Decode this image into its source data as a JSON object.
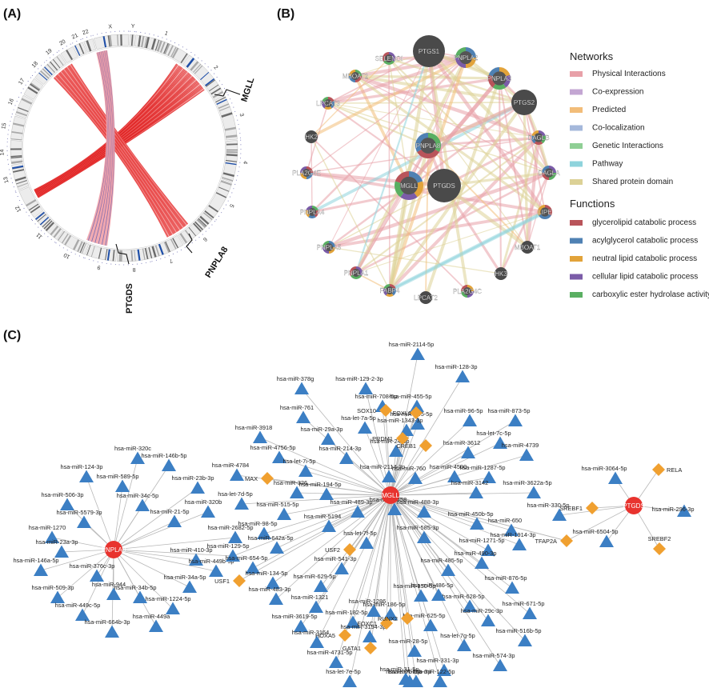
{
  "panels": {
    "a": {
      "label": "(A)",
      "chromosomes": [
        "1",
        "2",
        "3",
        "4",
        "5",
        "6",
        "7",
        "8",
        "9",
        "10",
        "11",
        "12",
        "13",
        "14",
        "15",
        "16",
        "17",
        "18",
        "19",
        "20",
        "21",
        "22",
        "X",
        "Y"
      ],
      "genes": [
        "MGLL",
        "PNPLA8",
        "PTGDS"
      ]
    },
    "b": {
      "label": "(B)",
      "nodes": [
        "PTGS1",
        "PNPLA2",
        "PNPLA3",
        "SELENOI",
        "MBOAT2",
        "LPCAT3",
        "PTGS2",
        "HK2",
        "DAGLB",
        "PNPLA8",
        "PLA2G4E",
        "MGLL",
        "PTGDS",
        "DAGLA",
        "PNPLA4",
        "LIPE",
        "PNPLA5",
        "MBOAT1",
        "PNPLA1",
        "HK3",
        "FABP4",
        "LPCAT2",
        "PLA2G4C"
      ],
      "legend": {
        "networks_title": "Networks",
        "networks": [
          {
            "label": "Physical Interactions",
            "color": "#e8a0a8"
          },
          {
            "label": "Co-expression",
            "color": "#c3a6d2"
          },
          {
            "label": "Predicted",
            "color": "#f2bd79"
          },
          {
            "label": "Co-localization",
            "color": "#a5b8db"
          },
          {
            "label": "Genetic Interactions",
            "color": "#8fcf95"
          },
          {
            "label": "Pathway",
            "color": "#8ed3dc"
          },
          {
            "label": "Shared protein domain",
            "color": "#dcd196"
          }
        ],
        "functions_title": "Functions",
        "functions": [
          {
            "label": "glycerolipid catabolic process",
            "color": "#b9545a"
          },
          {
            "label": "acylglycerol catabolic process",
            "color": "#4f81b3"
          },
          {
            "label": "neutral lipid catabolic process",
            "color": "#e2a33a"
          },
          {
            "label": "cellular lipid catabolic process",
            "color": "#7b5ca8"
          },
          {
            "label": "carboxylic ester hydrolase activity",
            "color": "#5aaf62"
          }
        ]
      }
    },
    "c": {
      "label": "(C)",
      "hubs": [
        "PNPLA8",
        "MGLL",
        "PTGDS"
      ],
      "pnpla8_mirs": [
        "hsa-miR-320c",
        "hsa-miR-124-3p",
        "hsa-miR-146b-5p",
        "hsa-miR-589-5p",
        "hsa-miR-23b-3p",
        "hsa-miR-506-3p",
        "hsa-miR-34c-5p",
        "hsa-miR-320b",
        "hsa-miR-5579-3p",
        "hsa-miR-21-5p",
        "hsa-miR-1270",
        "hsa-miR-2682-5p",
        "hsa-miR-23a-3p",
        "hsa-miR-410-3p",
        "hsa-miR-146a-5p",
        "hsa-miR-449b-5p",
        "hsa-miR-376c-3p",
        "hsa-miR-34a-5p",
        "hsa-miR-944",
        "hsa-miR-509-3p",
        "hsa-miR-34b-5p",
        "hsa-miR-1224-5p",
        "hsa-miR-449c-5p",
        "hsa-miR-449a",
        "hsa-miR-664b-3p"
      ],
      "shared_mir": "hsa-miR-129-5p",
      "mgll_mirs": [
        "hsa-miR-2114-5p",
        "hsa-miR-378g",
        "hsa-miR-129-2-3p",
        "hsa-miR-128-3p",
        "hsa-miR-708-5p",
        "hsa-miR-455-5p",
        "hsa-miR-761",
        "hsa-miR-345-5p",
        "hsa-miR-96-5p",
        "hsa-miR-873-5p",
        "hsa-let-7a-5p",
        "hsa-miR-1343-3p",
        "hsa-miR-3918",
        "hsa-let-7c-5p",
        "hsa-miR-29a-3p",
        "hsa-miR-24-3p",
        "hsa-miR-3612",
        "hsa-miR-4739",
        "hsa-miR-4756-5p",
        "hsa-miR-214-3p",
        "hsa-let-7i-5p",
        "hsa-miR-4500",
        "hsa-miR-1287-5p",
        "hsa-miR-4784",
        "hsa-miR-2114-3p",
        "hsa-miR-760",
        "hsa-miR-3142",
        "hsa-miR-3622a-5p",
        "hsa-miR-326",
        "hsa-miR-194-5p",
        "hsa-miR-4458",
        "hsa-let-7d-5p",
        "hsa-miR-489-3p",
        "hsa-miR-488-3p",
        "hsa-miR-450b-5p",
        "hsa-miR-515-5p",
        "hsa-miR-5194",
        "hsa-miR-650",
        "hsa-miR-98-5p",
        "hsa-miR-585-3p",
        "hsa-miR-1914-3p",
        "hsa-miR-642a-5p",
        "hsa-miR-1271-5p",
        "hsa-miR-654-5p",
        "hsa-miR-490-3p",
        "hsa-miR-541-3p",
        "hsa-let-7f-5p",
        "hsa-miR-134-5p",
        "hsa-miR-876-5p",
        "hsa-miR-485-5p",
        "hsa-miR-629-5p",
        "hsa-miR-150-5p",
        "hsa-miR-628-5p",
        "hsa-miR-483-3p",
        "hsa-miR-1286",
        "hsa-miR-29c-3p",
        "hsa-miR-1321",
        "hsa-miR-625-5p",
        "hsa-miR-671-5p",
        "hsa-miR-182-5p",
        "hsa-miR-186-5p",
        "hsa-miR-486-5p",
        "hsa-miR-3619-5p",
        "hsa-miR-516b-5p",
        "hsa-miR-3194-3p",
        "hsa-miR-28-5p",
        "hsa-let-7g-5p",
        "hsa-miR-3164",
        "hsa-miR-331-3p",
        "hsa-miR-574-3p",
        "hsa-miR-4731-5p",
        "hsa-miR-122-5p",
        "hsa-miR-31-5p",
        "hsa-let-7e-5p",
        "hsa-let-7b-5p",
        "hsa-miR-29b-3p"
      ],
      "mgll_tfs": [
        "SOX10",
        "FOXL1",
        "PRDM1",
        "CREB1",
        "MAX",
        "USF2",
        "USF1",
        "FOXC1",
        "RUNX2",
        "HOXA5",
        "GATA1",
        "TFAP2A"
      ],
      "ptgds_mirs": [
        "hsa-miR-3064-5p",
        "hsa-miR-330-5p",
        "hsa-miR-296-3p",
        "hsa-miR-6504-5p"
      ],
      "ptgds_tfs": [
        "RELA",
        "SREBF1",
        "SREBF2"
      ]
    }
  }
}
